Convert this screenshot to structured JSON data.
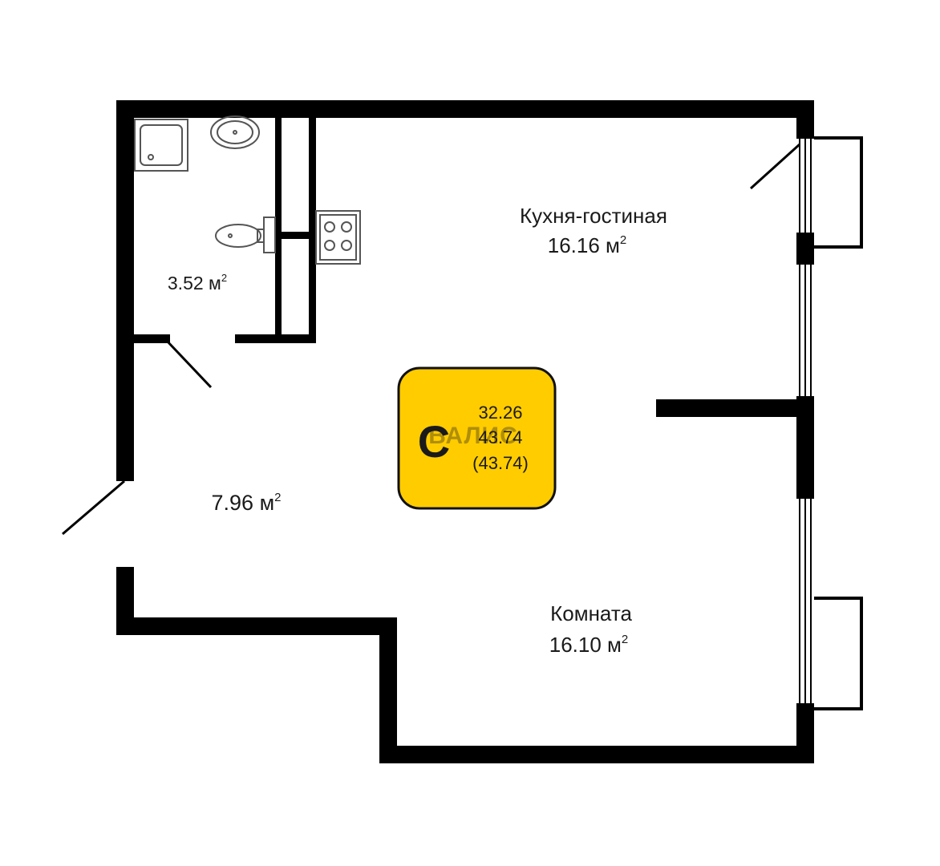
{
  "rooms": {
    "kitchen": {
      "name": "Кухня-гостиная",
      "area": "16.16 м",
      "sup": "2"
    },
    "bathroom": {
      "area": "3.52 м",
      "sup": "2"
    },
    "hall": {
      "area": "7.96 м",
      "sup": "2"
    },
    "room": {
      "name": "Комната",
      "area": "16.10 м",
      "sup": "2"
    }
  },
  "badge": {
    "type_letter": "С",
    "living_area": "32.26",
    "total_area": "43.74",
    "total_area_alt": "(43.74)",
    "color": "#FFCC00"
  },
  "watermark": "ВАЛИС",
  "colors": {
    "wall": "#000000",
    "fixture_stroke": "#555555"
  }
}
